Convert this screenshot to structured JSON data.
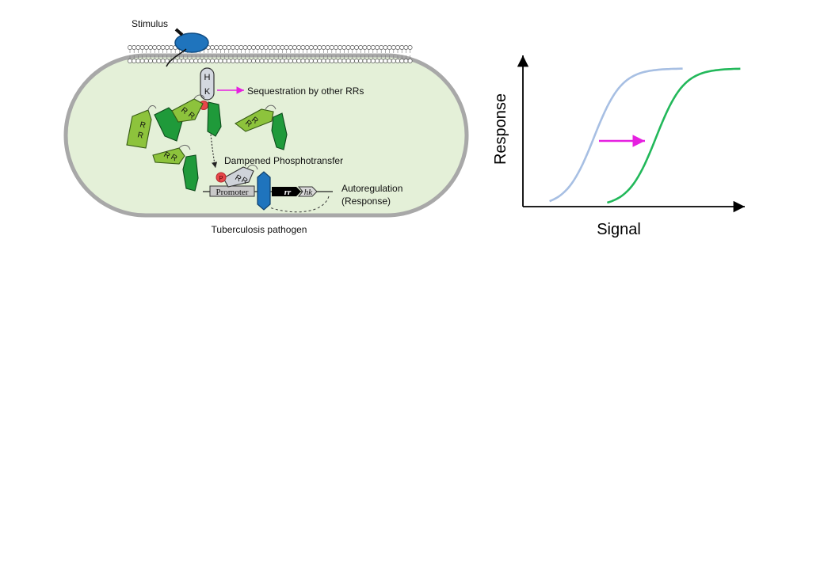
{
  "diagram": {
    "stimulus_label": "Stimulus",
    "hk_letters": [
      "H",
      "K"
    ],
    "rr_letters": [
      "R",
      "R"
    ],
    "phospho_label": "P",
    "sequestration_label": "Sequestration by other RRs",
    "dampened_label": "Dampened Phosphotransfer",
    "promoter_label": "Promoter",
    "rr_gene_label": "rr",
    "hk_gene_label": "hk",
    "autoregulation_label": "Autoregulation",
    "response_paren_label": "(Response)",
    "caption": "Tuberculosis pathogen",
    "colors": {
      "cell_fill": "#e4f0d8",
      "cell_border": "#a8a8a8",
      "rr_light": "#8dc33c",
      "rr_dark": "#1f9a3a",
      "receptor_blue": "#1f74bd",
      "phospho_red": "#e8474a",
      "arrow_magenta": "#e620e0"
    }
  },
  "chart_data": {
    "type": "line",
    "xlabel": "Signal",
    "ylabel": "Response",
    "series": [
      {
        "color": "#a7bfe3",
        "shape": "sigmoid",
        "midpoint": 0.32
      },
      {
        "color": "#22b85a",
        "shape": "sigmoid",
        "midpoint": 0.6
      }
    ],
    "annotation": {
      "type": "arrow",
      "color": "#e620e0",
      "meaning": "right shift"
    }
  }
}
